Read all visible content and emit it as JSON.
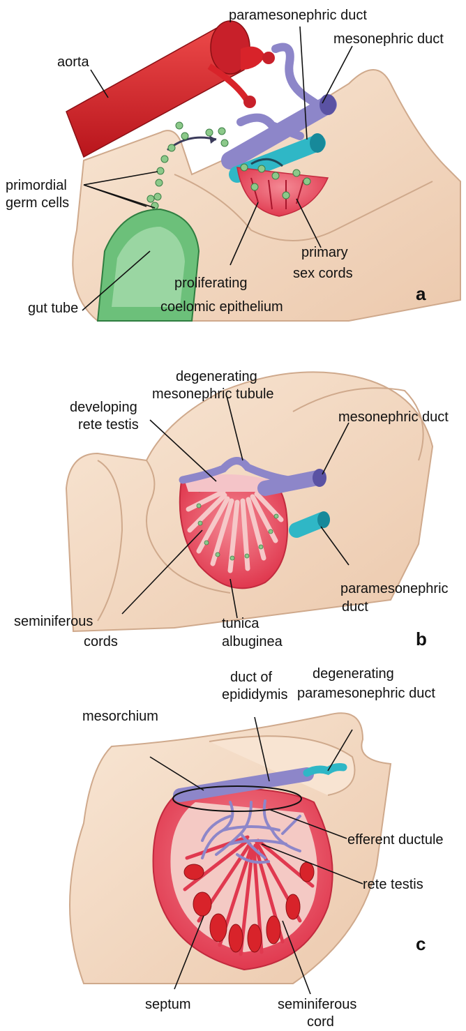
{
  "panels": {
    "a": {
      "letter": "a",
      "labels": {
        "aorta": "aorta",
        "paramesonephric_duct": "paramesonephric duct",
        "mesonephric_duct": "mesonephric duct",
        "primordial_1": "primordial",
        "primordial_2": "germ cells",
        "gut_tube": "gut tube",
        "proliferating_1": "proliferating",
        "proliferating_2": "coelomic epithelium",
        "primary_1": "primary",
        "primary_2": "sex cords"
      }
    },
    "b": {
      "letter": "b",
      "labels": {
        "degenerating_1": "degenerating",
        "degenerating_2": "mesonephric tubule",
        "developing_1": "developing",
        "developing_2": "rete testis",
        "mesonephric_duct": "mesonephric duct",
        "paramesonephric_1": "paramesonephric",
        "paramesonephric_2": "duct",
        "seminiferous_1": "seminiferous",
        "seminiferous_2": "cords",
        "tunica_1": "tunica",
        "tunica_2": "albuginea"
      }
    },
    "c": {
      "letter": "c",
      "labels": {
        "duct_of_1": "duct of",
        "duct_of_2": "epididymis",
        "degenerating_1": "degenerating",
        "degenerating_2": "paramesonephric duct",
        "mesorchium": "mesorchium",
        "efferent_ductule": "efferent ductule",
        "rete_testis": "rete testis",
        "septum": "septum",
        "seminiferous_1": "seminiferous",
        "seminiferous_2": "cord"
      }
    }
  },
  "colors": {
    "tissue": "#f4dcc6",
    "tissue_edge": "#cfa98c",
    "cortex": "#e84a5f",
    "aorta": "#d8232a",
    "mesonephric": "#8d86c9",
    "paramesonephric": "#2fb7c6",
    "gut": "#6cc07a",
    "germ_cell": "#8cc98a"
  }
}
